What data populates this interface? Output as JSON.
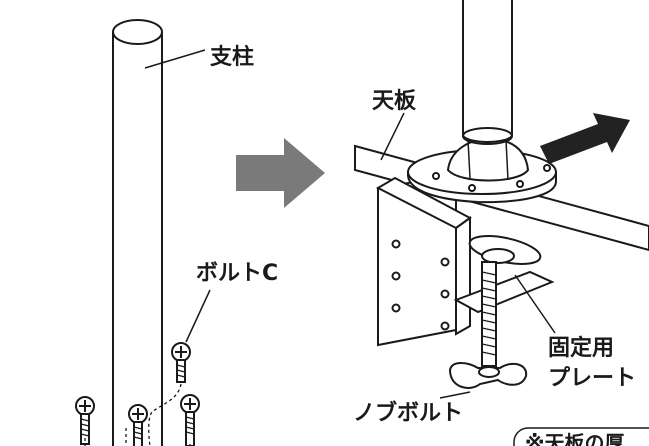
{
  "labels": {
    "pole": "支柱",
    "tabletop": "天板",
    "bolt_c": "ボルトC",
    "fixing_plate_line1": "固定用",
    "fixing_plate_line2": "プレート",
    "knob_bolt": "ノブボルト",
    "note_partial": "※天板の厚"
  },
  "colors": {
    "stroke": "#1a1a1a",
    "arrow_gray": "#7a7a7a",
    "arrow_dark": "#222222",
    "fill": "#ffffff"
  }
}
